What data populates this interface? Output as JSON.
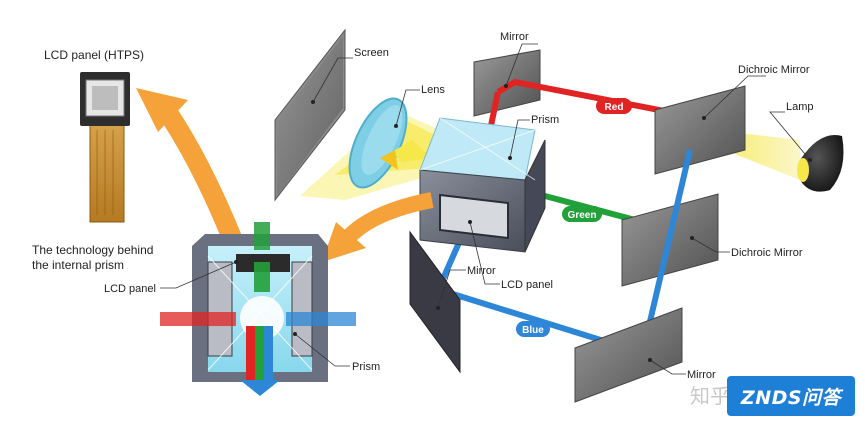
{
  "labels": {
    "lcd_panel_htps": "LCD panel (HTPS)",
    "screen": "Screen",
    "lens": "Lens",
    "mirror_top": "Mirror",
    "prism_top": "Prism",
    "dichroic_mirror_top": "Dichroic Mirror",
    "lamp": "Lamp",
    "technology_line1": "The technology behind",
    "technology_line2": "the internal prism",
    "lcd_panel_left": "LCD panel",
    "prism_bottom": "Prism",
    "mirror_left": "Mirror",
    "lcd_panel_center": "LCD panel",
    "dichroic_mirror_mid": "Dichroic Mirror",
    "mirror_bottom": "Mirror"
  },
  "beams": {
    "red": "Red",
    "green": "Green",
    "blue": "Blue"
  },
  "colors": {
    "red": "#e02424",
    "green": "#22a03a",
    "blue": "#2e86d6",
    "orange": "#f5a23a",
    "yellow": "#f7ea6a",
    "mirror": "#6f6f6f",
    "frame": "#5a5f6e",
    "watermark": "#1d7fd6"
  },
  "watermark": {
    "brand": "ZNDS问答",
    "cn": "知乎"
  }
}
